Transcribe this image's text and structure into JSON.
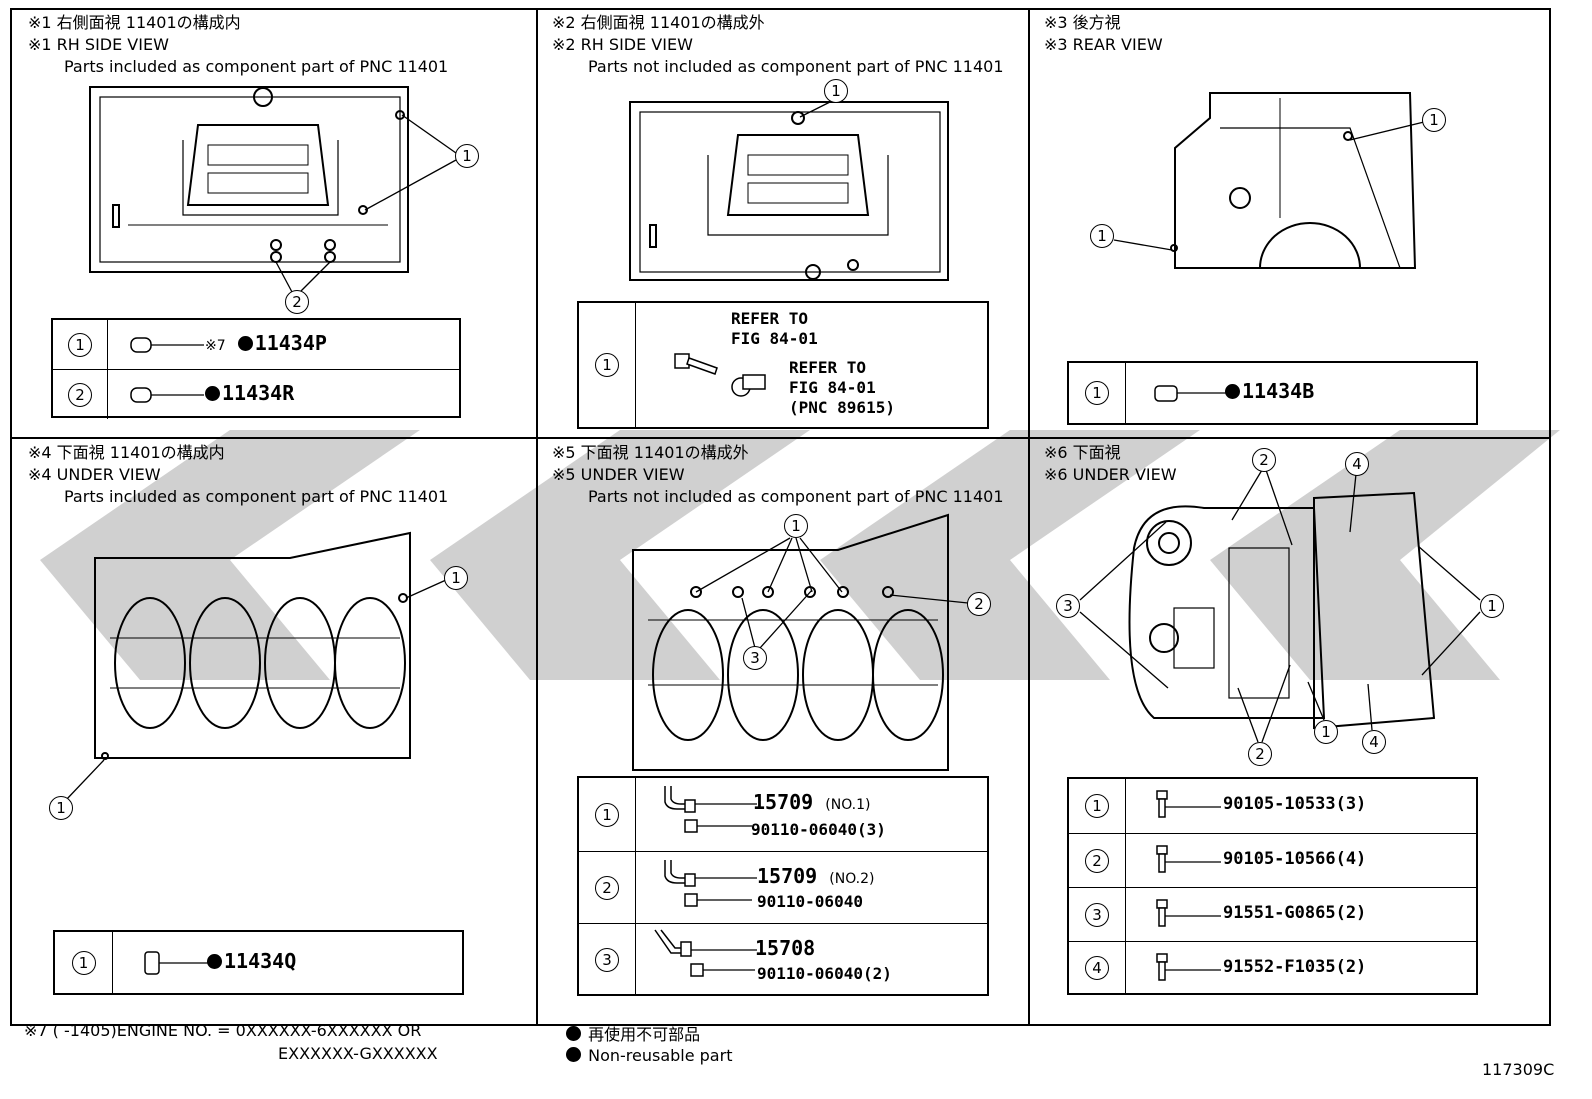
{
  "panels": {
    "p1": {
      "title_jp": "※1 右側面視 11401の構成内",
      "title_en": "※1 RH SIDE VIEW",
      "desc": "Parts included as component part of PNC 11401",
      "rows": [
        {
          "n": "1",
          "prefix": "※7",
          "part": "11434P"
        },
        {
          "n": "2",
          "prefix": "",
          "part": "11434R"
        }
      ]
    },
    "p2": {
      "title_jp": "※2 右側面視 11401の構成外",
      "title_en": "※2 RH SIDE VIEW",
      "desc": "Parts not included as component part of PNC 11401",
      "rows": [
        {
          "n": "1",
          "ref1a": "REFER TO",
          "ref1b": "FIG 84-01",
          "ref2a": "REFER TO",
          "ref2b": "FIG 84-01",
          "ref2c": "(PNC 89615)"
        }
      ]
    },
    "p3": {
      "title_jp": "※3 後方視",
      "title_en": "※3 REAR VIEW",
      "rows": [
        {
          "n": "1",
          "part": "11434B"
        }
      ]
    },
    "p4": {
      "title_jp": "※4 下面視 11401の構成内",
      "title_en": "※4 UNDER VIEW",
      "desc": "Parts included as component part of PNC 11401",
      "rows": [
        {
          "n": "1",
          "part": "11434Q"
        }
      ]
    },
    "p5": {
      "title_jp": "※5 下面視 11401の構成外",
      "title_en": "※5 UNDER VIEW",
      "desc": "Parts not included as component part of PNC 11401",
      "rows": [
        {
          "n": "1",
          "partA": "15709",
          "noteA": "(NO.1)",
          "partB": "90110-06040(3)"
        },
        {
          "n": "2",
          "partA": "15709",
          "noteA": "(NO.2)",
          "partB": "90110-06040"
        },
        {
          "n": "3",
          "partA": "15708",
          "noteA": "",
          "partB": "90110-06040(2)"
        }
      ]
    },
    "p6": {
      "title_jp": "※6 下面視",
      "title_en": "※6 UNDER VIEW",
      "rows": [
        {
          "n": "1",
          "part": "90105-10533(3)"
        },
        {
          "n": "2",
          "part": "90105-10566(4)"
        },
        {
          "n": "3",
          "part": "91551-G0865(2)"
        },
        {
          "n": "4",
          "part": "91552-F1035(2)"
        }
      ]
    }
  },
  "callouts": {
    "c1": "1",
    "c2": "2",
    "c3": "3",
    "c4": "4"
  },
  "footer": {
    "note_line1": "※7 (      -1405)ENGINE NO. = 0XXXXXX-6XXXXXX OR",
    "note_line2": "EXXXXXX-GXXXXXX",
    "legend_jp": "再使用不可部品",
    "legend_en": "Non-reusable part",
    "fig_id": "117309C"
  }
}
